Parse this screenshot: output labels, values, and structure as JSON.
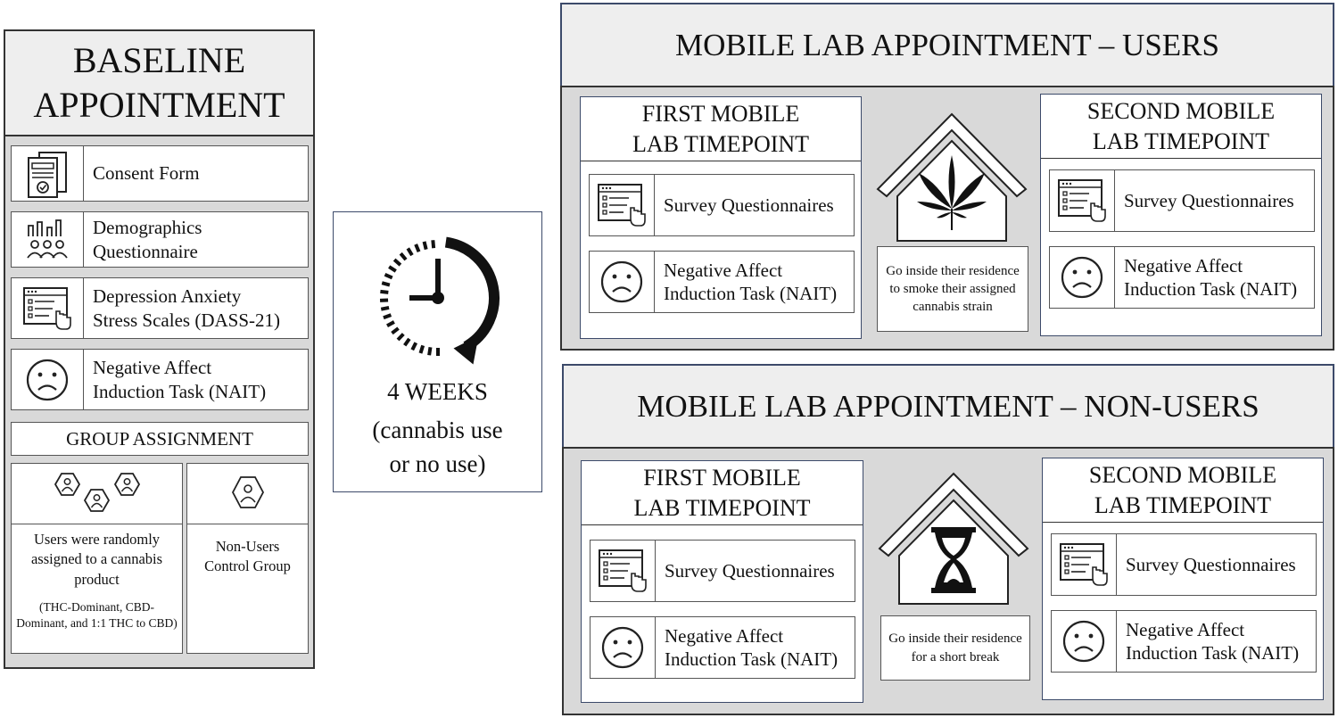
{
  "baseline": {
    "title": "BASELINE\nAPPOINTMENT",
    "items": [
      {
        "icon": "consent-form-icon",
        "label": "Consent Form"
      },
      {
        "icon": "demographics-icon",
        "label": "Demographics\nQuestionnaire"
      },
      {
        "icon": "survey-icon",
        "label": "Depression Anxiety\nStress Scales (DASS-21)"
      },
      {
        "icon": "sad-face-icon",
        "label": "Negative Affect\nInduction Task (NAIT)"
      }
    ],
    "group_assignment": "GROUP ASSIGNMENT",
    "users_text": "Users were randomly assigned to a cannabis product",
    "users_subtext": "(THC-Dominant, CBD-Dominant, and 1:1 THC to CBD)",
    "nonusers_text": "Non-Users\nControl Group"
  },
  "interval": {
    "weeks": "4 WEEKS",
    "detail": "(cannabis use\nor no use)"
  },
  "users_panel": {
    "title": "MOBILE LAB APPOINTMENT – USERS",
    "first_title": "FIRST MOBILE\nLAB TIMEPOINT",
    "second_title": "SECOND MOBILE\nLAB TIMEPOINT",
    "survey": "Survey Questionnaires",
    "nait": "Negative Affect\nInduction Task (NAIT)",
    "house_icon": "cannabis-leaf-icon",
    "house_text": "Go inside their residence to smoke their assigned cannabis strain"
  },
  "nonusers_panel": {
    "title": "MOBILE LAB APPOINTMENT – NON-USERS",
    "first_title": "FIRST MOBILE\nLAB TIMEPOINT",
    "second_title": "SECOND MOBILE\nLAB TIMEPOINT",
    "survey": "Survey Questionnaires",
    "nait": "Negative Affect\nInduction Task (NAIT)",
    "house_icon": "hourglass-icon",
    "house_text": "Go inside their residence for a short break"
  }
}
